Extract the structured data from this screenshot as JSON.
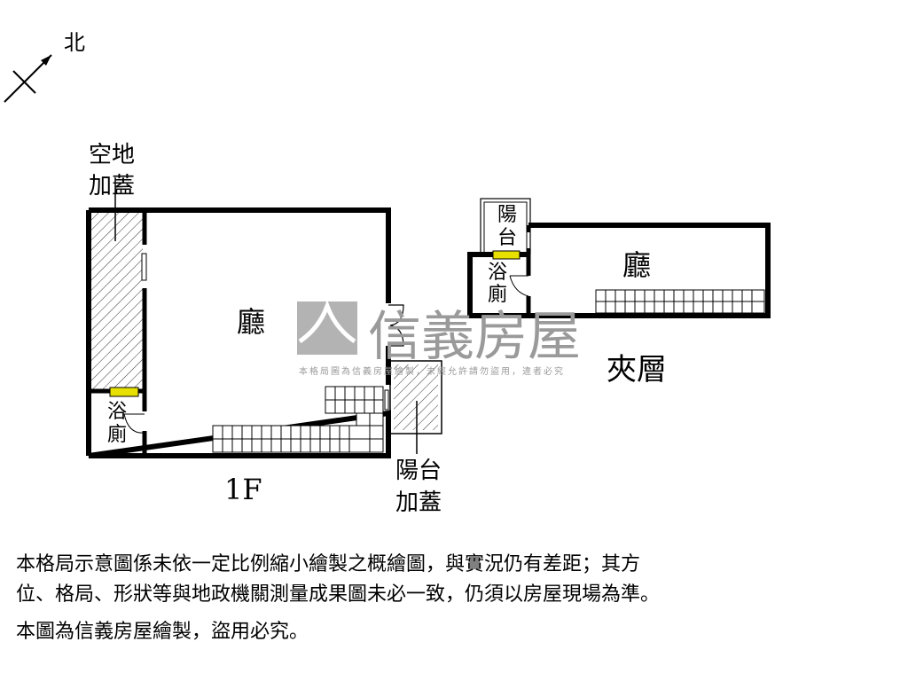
{
  "compass": {
    "label": "北"
  },
  "floor1": {
    "label": "1F",
    "rooms": {
      "empty_lot": [
        "空地",
        "加蓋"
      ],
      "hall": "廳",
      "bath": [
        "浴",
        "廁"
      ],
      "balcony": [
        "陽台",
        "加蓋"
      ]
    }
  },
  "mezzanine": {
    "label": "夾層",
    "rooms": {
      "hall": "廳",
      "balcony": [
        "陽",
        "台"
      ],
      "bath": [
        "浴",
        "廁"
      ]
    }
  },
  "watermark": {
    "brand": "信義房屋",
    "notice": "本格局圖為信義房屋繪製，未經允許請勿盜用，違者必究"
  },
  "disclaimer": [
    "本格局示意圖係未依一定比例縮小繪製之概繪圖，與實況仍有差距；其方",
    "位、格局、形狀等與地政機關測量成果圖未必一致，仍須以房屋現場為準。",
    "本圖為信義房屋繪製，盜用必究。"
  ],
  "colors": {
    "wall": "#000000",
    "window": "#e8e000",
    "watermark": "#9a9a9a"
  }
}
